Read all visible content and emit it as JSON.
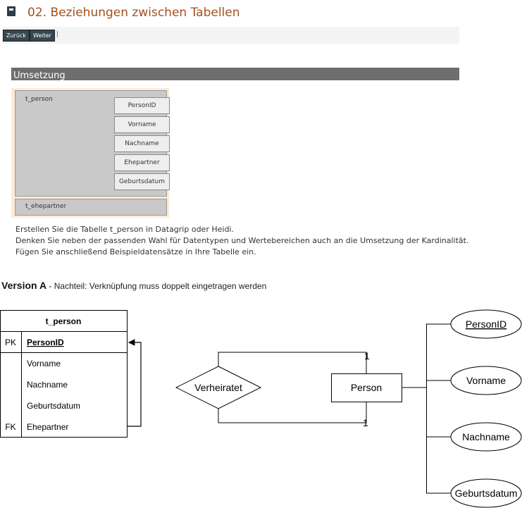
{
  "header": {
    "title": "02. Beziehungen zwischen Tabellen"
  },
  "nav": {
    "back": "Zurück",
    "next": "Weiter",
    "separator": "|"
  },
  "section": {
    "title": "Umsetzung"
  },
  "mockup": {
    "table_name": "t_person",
    "fields": [
      "PersonID",
      "Vorname",
      "Nachname",
      "Ehepartner",
      "Geburtsdatum"
    ],
    "footer_name": "t_ehepartner"
  },
  "instructions": [
    "Erstellen Sie die Tabelle t_person in Datagrip oder Heidi.",
    "Denken Sie neben der passenden Wahl für Datentypen und Wertebereichen auch an die Umsetzung der Kardinalität.",
    "Fügen Sie anschließend Beispieldatensätze in Ihre Tabelle ein."
  ],
  "version": {
    "label": "Version A",
    "note": " - Nachteil: Verknüpfung muss doppelt eingetragen werden"
  },
  "schema": {
    "table_name": "t_person",
    "pk_key": "PK",
    "pk_field": "PersonID",
    "fields": [
      "Vorname",
      "Nachname",
      "Geburtsdatum",
      "Ehepartner"
    ],
    "fk_key": "FK"
  },
  "er": {
    "relationship": "Verheiratet",
    "entity": "Person",
    "card_top": "1",
    "card_bottom": "1",
    "attributes": [
      "PersonID",
      "Vorname",
      "Nachname",
      "Geburtsdatum"
    ]
  }
}
